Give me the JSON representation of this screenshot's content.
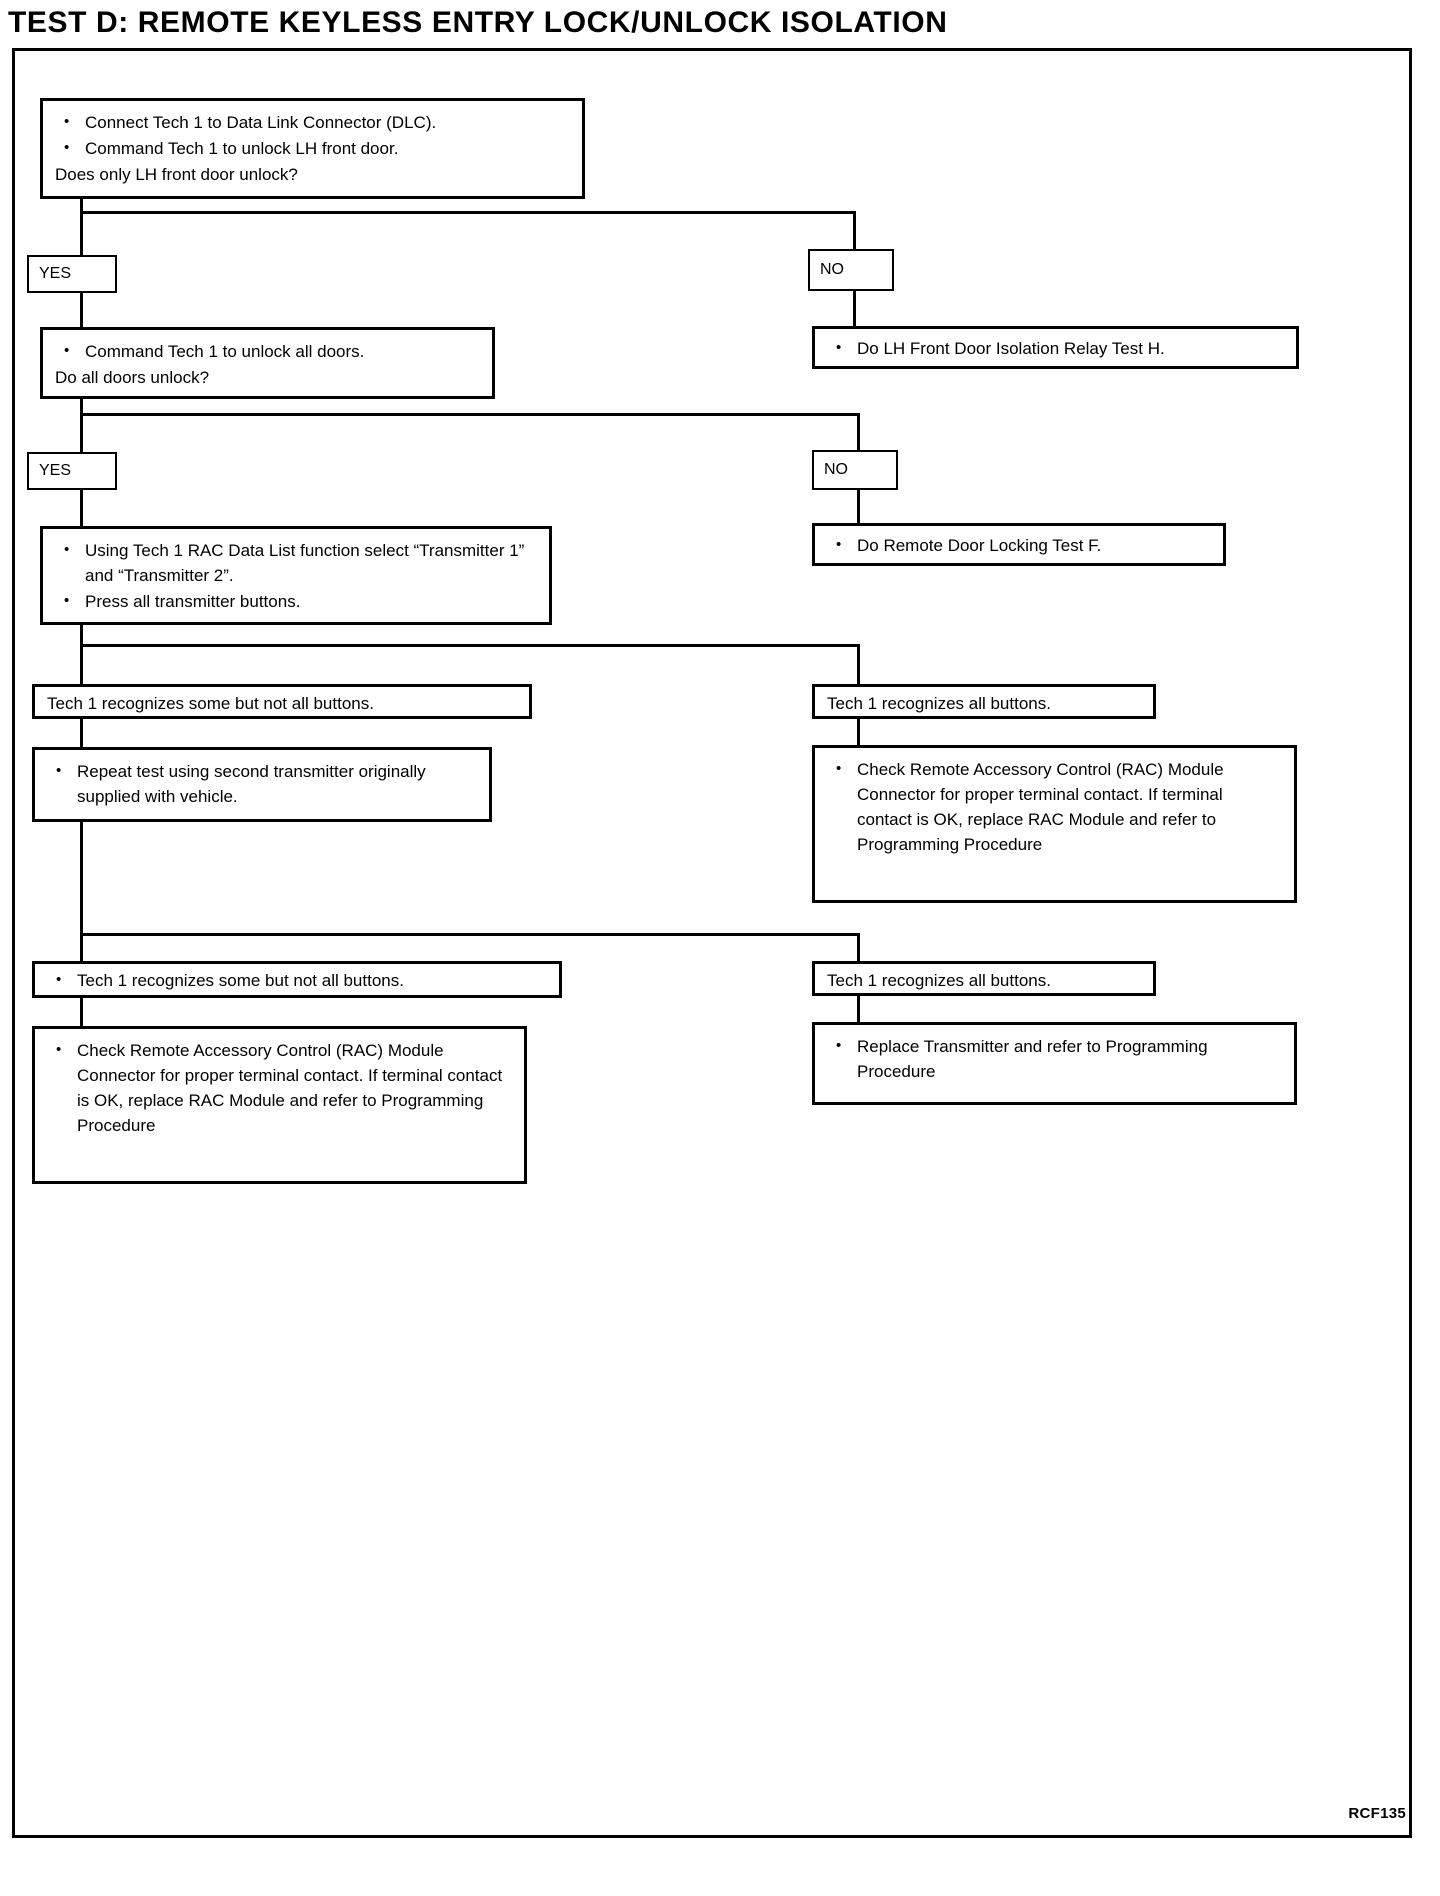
{
  "page": {
    "title": "TEST D: REMOTE KEYLESS ENTRY LOCK/UNLOCK ISOLATION",
    "footer_code": "RCF135"
  },
  "labels": {
    "yes": "YES",
    "no": "NO"
  },
  "nodes": {
    "start": {
      "bullets": [
        "Connect Tech 1 to Data Link Connector (DLC).",
        "Command Tech 1 to unlock LH front door."
      ],
      "question": "Does only LH front door unlock?"
    },
    "unlock_all": {
      "bullets": [
        "Command Tech 1 to unlock all doors."
      ],
      "question": "Do all doors unlock?"
    },
    "relay_test_h": {
      "bullets": [
        "Do LH Front Door Isolation Relay Test H."
      ]
    },
    "remote_door_locking_f": {
      "bullets": [
        "Do Remote Door Locking Test F."
      ]
    },
    "rac_data_list": {
      "bullets": [
        "Using Tech 1 RAC Data List function select “Transmitter 1” and “Transmitter 2”.",
        "Press all transmitter buttons."
      ]
    },
    "some_buttons_1": {
      "text": "Tech 1 recognizes some but not all buttons."
    },
    "all_buttons_1": {
      "text": "Tech 1 recognizes all buttons."
    },
    "repeat_test": {
      "bullets": [
        "Repeat test using second transmitter originally supplied with vehicle."
      ]
    },
    "check_rac_right": {
      "bullets": [
        "Check Remote Accessory Control (RAC) Module Connector for proper terminal contact. If terminal contact is OK, replace RAC Module and refer to Programming Procedure"
      ]
    },
    "some_buttons_2": {
      "bullets": [
        "Tech 1 recognizes some but not all buttons."
      ]
    },
    "all_buttons_2": {
      "text": "Tech 1 recognizes all buttons."
    },
    "check_rac_left": {
      "bullets": [
        "Check Remote Accessory Control (RAC) Module Connector for proper terminal contact. If terminal contact is OK, replace RAC Module and refer to Programming Procedure"
      ]
    },
    "replace_transmitter": {
      "bullets": [
        "Replace Transmitter and refer to Programming Procedure"
      ]
    }
  }
}
